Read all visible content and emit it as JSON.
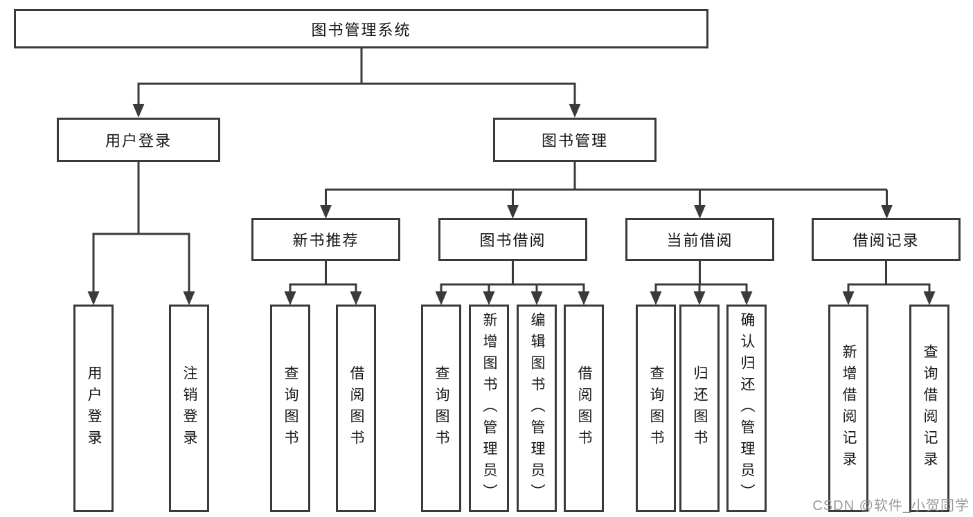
{
  "colors": {
    "line": "#3a3a3a",
    "text": "#161616",
    "box-bg": "#ffffff",
    "watermark": "#8f8f8f"
  },
  "tree": {
    "root": {
      "label": "图书管理系统"
    },
    "branches": [
      {
        "label": "用户登录",
        "children": [
          {
            "label": "用户登录"
          },
          {
            "label": "注销登录"
          }
        ]
      },
      {
        "label": "图书管理",
        "children": [
          {
            "label": "新书推荐",
            "children": [
              {
                "label": "查询图书"
              },
              {
                "label": "借阅图书"
              }
            ]
          },
          {
            "label": "图书借阅",
            "children": [
              {
                "label": "查询图书"
              },
              {
                "label": "新增图书（管理员）"
              },
              {
                "label": "编辑图书（管理员）"
              },
              {
                "label": "借阅图书"
              }
            ]
          },
          {
            "label": "当前借阅",
            "children": [
              {
                "label": "查询图书"
              },
              {
                "label": "归还图书"
              },
              {
                "label": "确认归还（管理员）"
              }
            ]
          },
          {
            "label": "借阅记录",
            "children": [
              {
                "label": "新增借阅记录"
              },
              {
                "label": "查询借阅记录"
              }
            ]
          }
        ]
      }
    ]
  },
  "watermark": {
    "text": "CSDN @软件_小贺同学"
  }
}
